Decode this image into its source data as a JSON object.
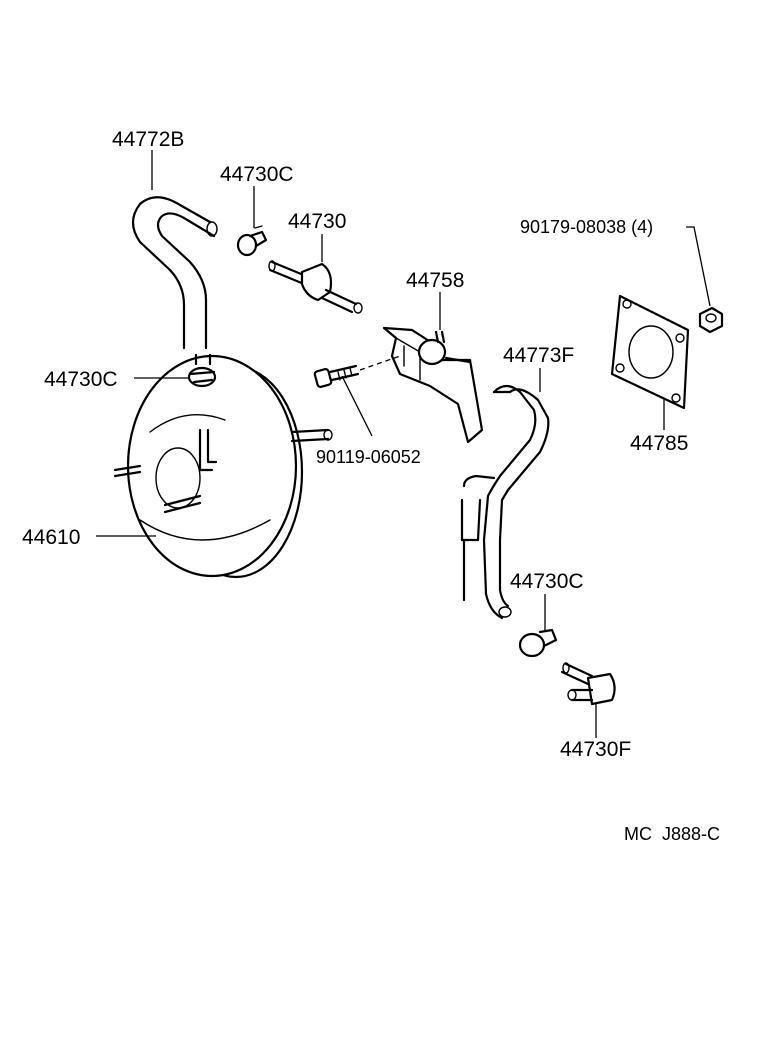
{
  "labels": {
    "hose_upper": "44772B",
    "clamp_upper": "44730C",
    "check_valve": "44730",
    "bracket": "44758",
    "nut": "90179-08038 (4)",
    "clamp_booster": "44730C",
    "hose_lower": "44773F",
    "booster": "44610",
    "bolt": "90119-06052",
    "gasket": "44785",
    "clamp_lower": "44730C",
    "union": "44730F"
  },
  "diagram_code": "MC  J888-C",
  "colors": {
    "ink": "#000000",
    "paper": "#ffffff"
  }
}
